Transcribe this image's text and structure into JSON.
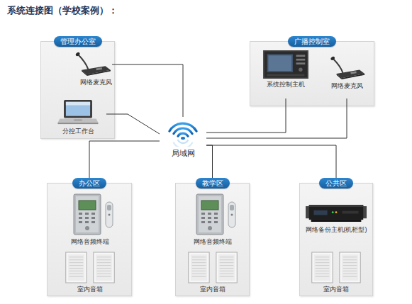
{
  "diagram": {
    "title": "系统连接图（学校案例）：",
    "nodes": [
      {
        "text": [
          "管理办公室"
        ]
      },
      {
        "text": [
          "网络麦克风"
        ],
        "in": 0
      },
      {
        "text": [
          "分控工作台"
        ],
        "in": 0
      },
      {
        "text": [
          "广播控制室"
        ]
      },
      {
        "text": [
          "系统控制主机"
        ],
        "in": 3
      },
      {
        "text": [
          "网络麦克风"
        ],
        "in": 3
      },
      {
        "text": [
          "局域网"
        ]
      },
      {
        "text": [
          "办公区"
        ]
      },
      {
        "text": [
          "网络音频终端"
        ],
        "in": 7
      },
      {
        "text": [
          "室内音箱"
        ],
        "in": 7
      },
      {
        "text": [
          "教学区"
        ]
      },
      {
        "text": [
          "网络音频终端"
        ],
        "in": 10
      },
      {
        "text": [
          "室内音箱"
        ],
        "in": 10
      },
      {
        "text": [
          "公共区"
        ]
      },
      {
        "text": [
          "网络备份主机(机柜型)"
        ],
        "in": 13
      },
      {
        "text": [
          "室内音箱"
        ],
        "in": 13
      }
    ],
    "edges": [
      {
        "from": 1,
        "to": 6,
        "arrow": "none"
      },
      {
        "from": 2,
        "to": 6,
        "arrow": "none"
      },
      {
        "from": 4,
        "to": 6,
        "arrow": "none"
      },
      {
        "from": 5,
        "to": 6,
        "arrow": "none"
      },
      {
        "from": 6,
        "to": 7,
        "arrow": "none"
      },
      {
        "from": 6,
        "to": 10,
        "arrow": "none"
      },
      {
        "from": 6,
        "to": 13,
        "arrow": "none"
      }
    ]
  }
}
